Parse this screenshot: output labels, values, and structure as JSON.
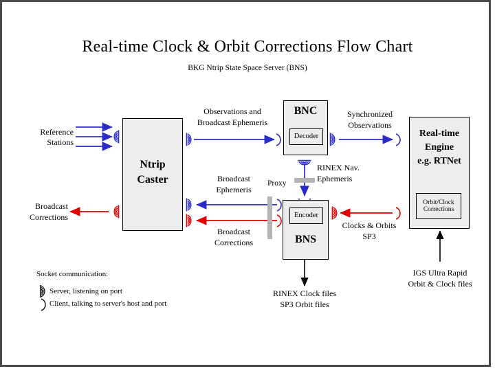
{
  "diagram": {
    "title": "Real-time Clock & Orbit Corrections Flow Chart",
    "subtitle": "BKG Ntrip State Space Server  (BNS)"
  },
  "boxes": {
    "ntrip_caster": {
      "line1": "Ntrip",
      "line2": "Caster"
    },
    "bnc": {
      "title": "BNC",
      "inner": "Decoder"
    },
    "bns": {
      "title": "BNS",
      "inner": "Encoder"
    },
    "engine": {
      "line1": "Real-time",
      "line2": "Engine",
      "line3": "e.g. RTNet",
      "inner_line1": "Orbit/Clock",
      "inner_line2": "Corrections"
    }
  },
  "labels": {
    "reference_stations_l1": "Reference",
    "reference_stations_l2": "Stations",
    "broadcast_corrections_left_l1": "Broadcast",
    "broadcast_corrections_left_l2": "Corrections",
    "observations_l1": "Observations and",
    "observations_l2": "Broadcast Ephemeris",
    "synchronized_l1": "Synchronized",
    "synchronized_l2": "Observations",
    "broadcast_ephemeris_l1": "Broadcast",
    "broadcast_ephemeris_l2": "Ephemeris",
    "proxy": "Proxy",
    "rinex_nav_l1": "RINEX Nav.",
    "rinex_nav_l2": "Ephemeris",
    "broadcast_corrections_mid_l1": "Broadcast",
    "broadcast_corrections_mid_l2": "Corrections",
    "clocks_orbits_l1": "Clocks & Orbits",
    "clocks_orbits_l2": "SP3",
    "rinex_files_l1": "RINEX Clock files",
    "rinex_files_l2": "SP3 Orbit files",
    "igs_l1": "IGS Ultra Rapid",
    "igs_l2": "Orbit & Clock files"
  },
  "legend": {
    "title": "Socket communication:",
    "server": "Server, listening on port",
    "client": "Client, talking to server's host and port"
  },
  "colors": {
    "blue": "#2b2bc8",
    "red": "#e00000",
    "black": "#000000",
    "box_fill": "#ededed",
    "proxy_gray": "#b3b3b3",
    "border": "#4a4a4a"
  },
  "icons": {
    "server": "server-socket-icon",
    "client": "client-socket-icon"
  }
}
